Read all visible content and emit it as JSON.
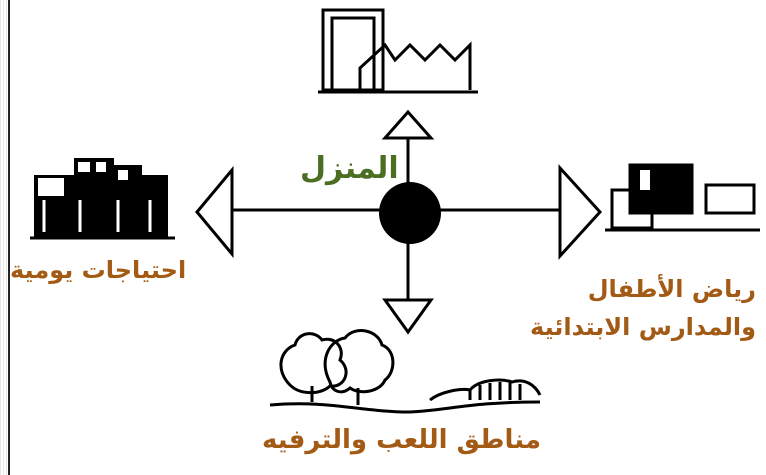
{
  "diagram": {
    "center_label": "المنزل",
    "left_label": "احتياجات يومية",
    "right_label_line1": "رياض الأطفال",
    "right_label_line2": "والمدارس الابتدائية",
    "bottom_label": "مناطق اللعب والترفيه"
  },
  "icons": {
    "top": "factory-icon",
    "left": "shops-icon",
    "right": "school-icon",
    "bottom": "park-trees-icon"
  },
  "colors": {
    "center_label": "#4a6e22",
    "labels": "#a35a14",
    "lines": "#000000"
  }
}
